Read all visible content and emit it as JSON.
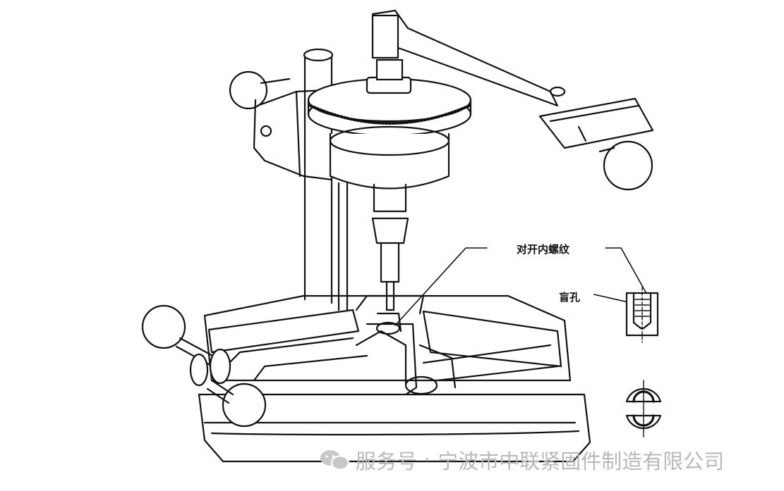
{
  "labels": {
    "split_internal_thread": "对开内螺纹",
    "blind_hole": "盲孔"
  },
  "watermark": {
    "account_type": "服务号",
    "separator": "·",
    "company": "宁波市中联紧固件制造有限公司",
    "icon": "wechat-icon"
  },
  "colors": {
    "line": "#111111",
    "watermark": "#b9b9b9",
    "background": "#ffffff"
  }
}
